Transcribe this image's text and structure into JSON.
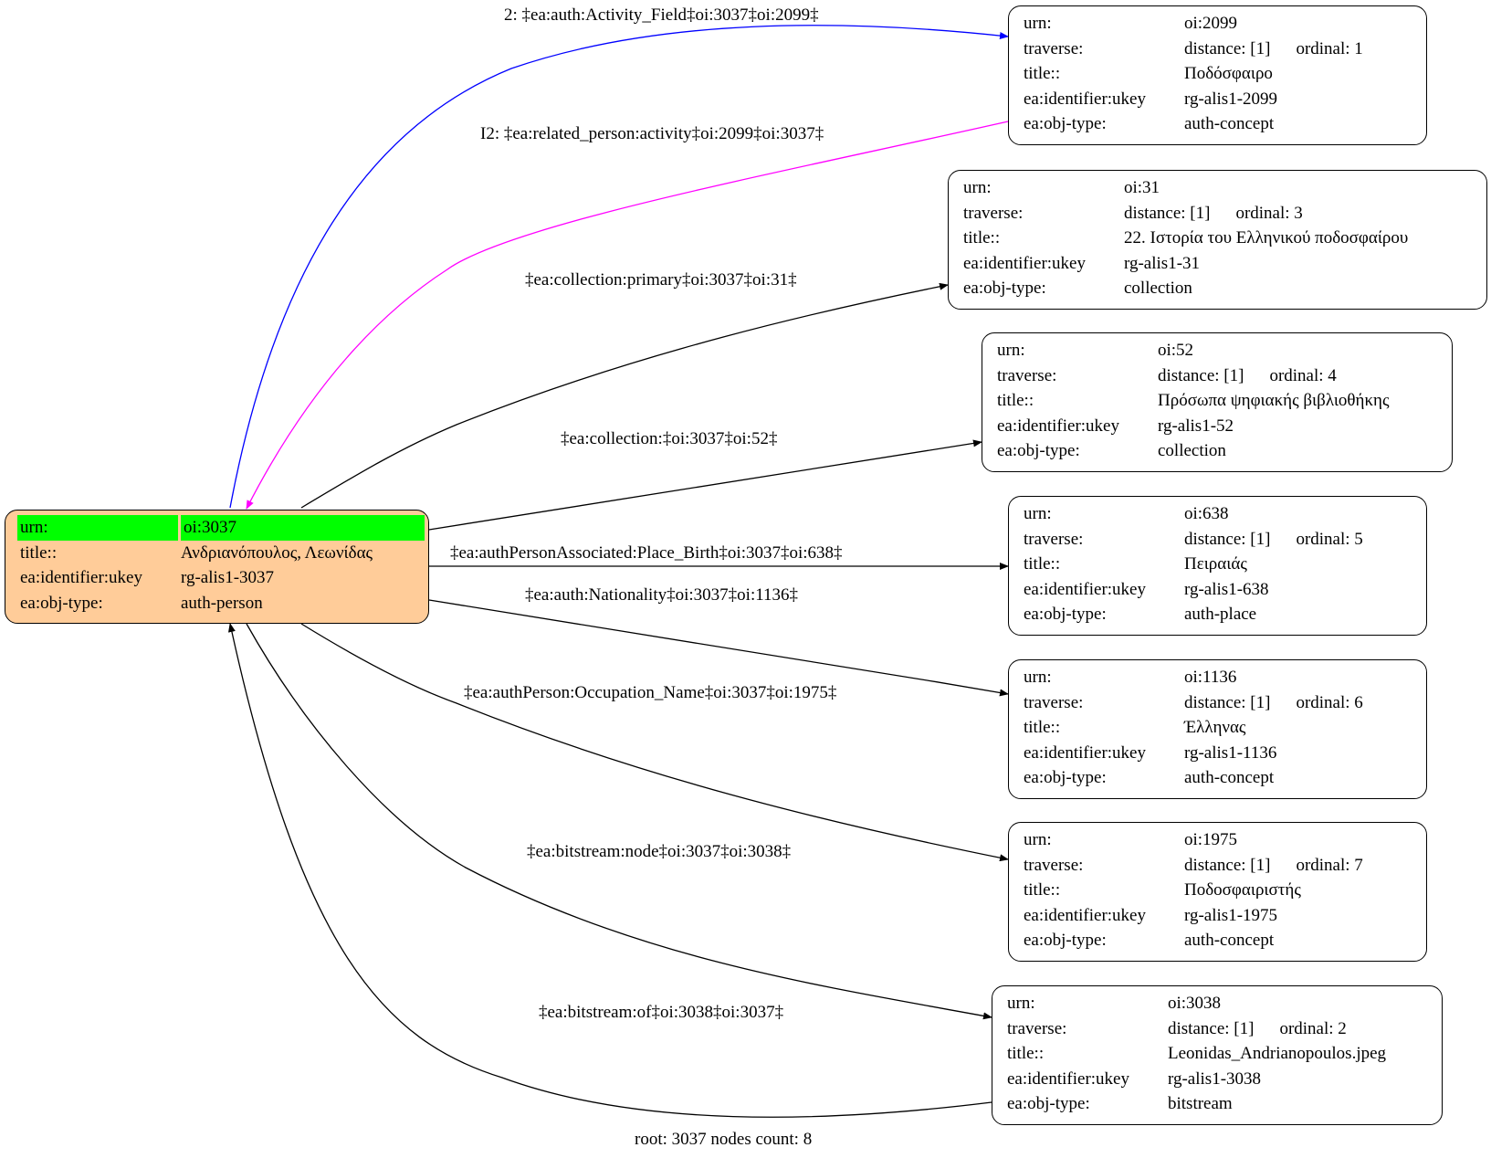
{
  "root": {
    "urn_key": "urn:",
    "urn": "oi:3037",
    "title_key": "title::",
    "title": "Ανδριανόπουλος, Λεωνίδας",
    "ukey_key": "ea:identifier:ukey",
    "ukey": "rg-alis1-3037",
    "type_key": "ea:obj-type:",
    "type": "auth-person"
  },
  "nodes": [
    {
      "urn": "oi:2099",
      "distance": "distance: [1]",
      "ordinal": "ordinal: 1",
      "title": "Ποδόσφαιρο",
      "ukey": "rg-alis1-2099",
      "type": "auth-concept"
    },
    {
      "urn": "oi:31",
      "distance": "distance: [1]",
      "ordinal": "ordinal: 3",
      "title": "22. Ιστορία του Ελληνικού ποδοσφαίρου",
      "ukey": "rg-alis1-31",
      "type": "collection"
    },
    {
      "urn": "oi:52",
      "distance": "distance: [1]",
      "ordinal": "ordinal: 4",
      "title": "Πρόσωπα ψηφιακής βιβλιοθήκης",
      "ukey": "rg-alis1-52",
      "type": "collection"
    },
    {
      "urn": "oi:638",
      "distance": "distance: [1]",
      "ordinal": "ordinal: 5",
      "title": "Πειραιάς",
      "ukey": "rg-alis1-638",
      "type": "auth-place"
    },
    {
      "urn": "oi:1136",
      "distance": "distance: [1]",
      "ordinal": "ordinal: 6",
      "title": "Έλληνας",
      "ukey": "rg-alis1-1136",
      "type": "auth-concept"
    },
    {
      "urn": "oi:1975",
      "distance": "distance: [1]",
      "ordinal": "ordinal: 7",
      "title": "Ποδοσφαιριστής",
      "ukey": "rg-alis1-1975",
      "type": "auth-concept"
    },
    {
      "urn": "oi:3038",
      "distance": "distance: [1]",
      "ordinal": "ordinal: 2",
      "title": "Leonidas_Andrianopoulos.jpeg",
      "ukey": "rg-alis1-3038",
      "type": "bitstream"
    }
  ],
  "keys": {
    "urn": "urn:",
    "traverse": "traverse:",
    "title": "title::",
    "ukey": "ea:identifier:ukey",
    "type": "ea:obj-type:"
  },
  "edges": [
    {
      "label": "2: ‡ea:auth:Activity_Field‡oi:3037‡oi:2099‡",
      "color": "#0000ff"
    },
    {
      "label": "I2: ‡ea:related_person:activity‡oi:2099‡oi:3037‡",
      "color": "#ff00ff"
    },
    {
      "label": "‡ea:collection:primary‡oi:3037‡oi:31‡",
      "color": "#000000"
    },
    {
      "label": "‡ea:collection:‡oi:3037‡oi:52‡",
      "color": "#000000"
    },
    {
      "label": "‡ea:authPersonAssociated:Place_Birth‡oi:3037‡oi:638‡",
      "color": "#000000"
    },
    {
      "label": "‡ea:auth:Nationality‡oi:3037‡oi:1136‡",
      "color": "#000000"
    },
    {
      "label": "‡ea:authPerson:Occupation_Name‡oi:3037‡oi:1975‡",
      "color": "#000000"
    },
    {
      "label": "‡ea:bitstream:node‡oi:3037‡oi:3038‡",
      "color": "#000000"
    },
    {
      "label": "‡ea:bitstream:of‡oi:3038‡oi:3037‡",
      "color": "#000000"
    }
  ],
  "colors": {
    "root_fill": "#ffcc99",
    "urn_highlight": "#00ff00"
  },
  "footer": "root: 3037 nodes count: 8"
}
